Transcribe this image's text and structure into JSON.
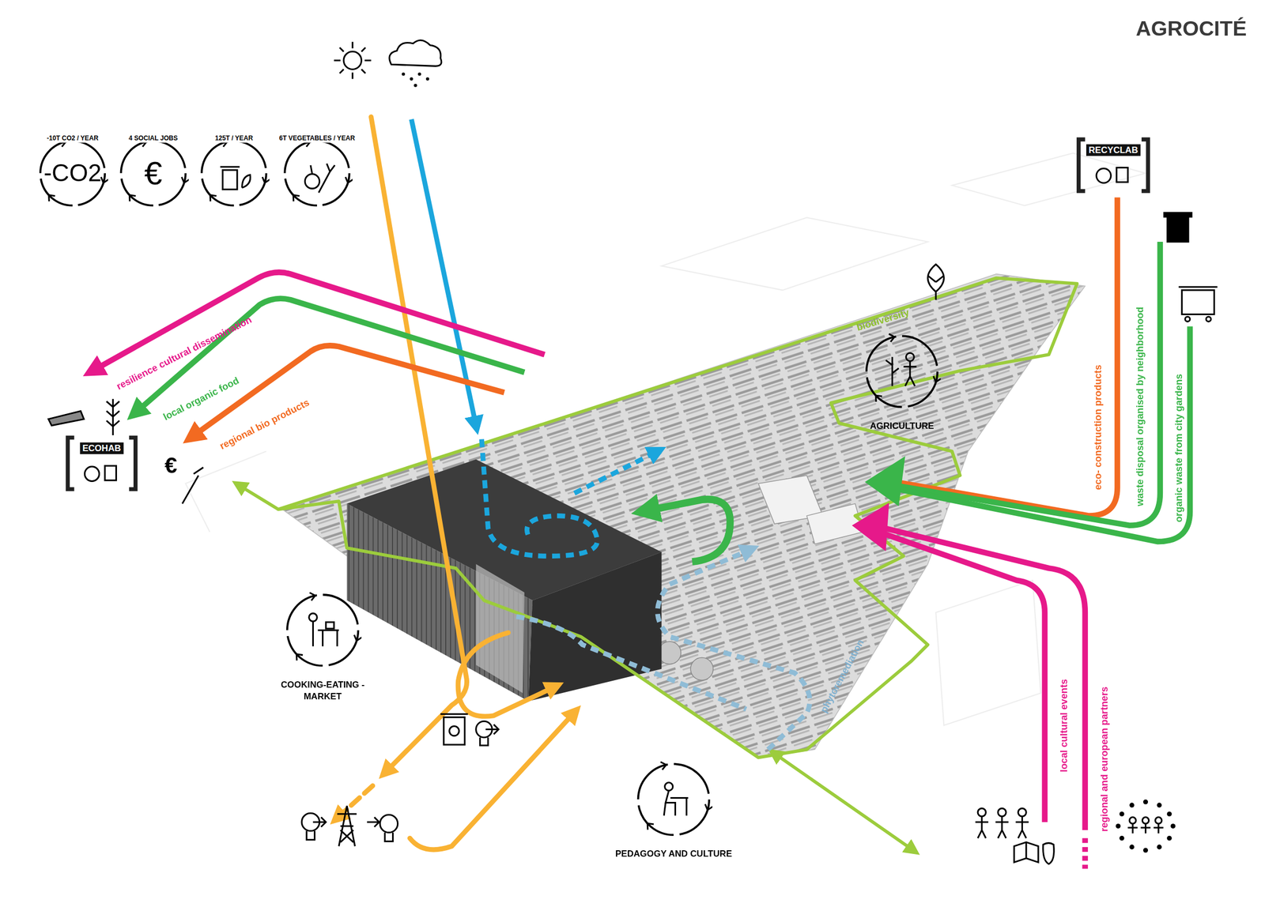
{
  "diagram": {
    "title": "AGROCITÉ",
    "nodes": [
      {
        "text": [
          "-10T CO2 / YEAR",
          "-CO2"
        ]
      },
      {
        "text": [
          "4 SOCIAL JOBS",
          "€"
        ]
      },
      {
        "text": [
          "125T / YEAR"
        ]
      },
      {
        "text": [
          "6T VEGETABLES / YEAR"
        ]
      },
      {
        "text": [
          "RECYCLAB"
        ]
      },
      {
        "text": [
          "AGRICULTURE"
        ]
      },
      {
        "text": [
          "ECOHAB"
        ]
      },
      {
        "text": [
          "COOKING-EATING -MARKET"
        ]
      },
      {
        "text": [
          "PEDAGOGY AND CULTURE"
        ]
      }
    ],
    "labels": [
      "biodiversity",
      "phytoremediation",
      "resilience cultural dissemination",
      "local organic food",
      "regional bio products",
      "eco- construction products",
      "waste disposal organised by neighborhood",
      "organic waste from city gardens",
      "local cultural events",
      "regional and european partners",
      "€"
    ]
  }
}
